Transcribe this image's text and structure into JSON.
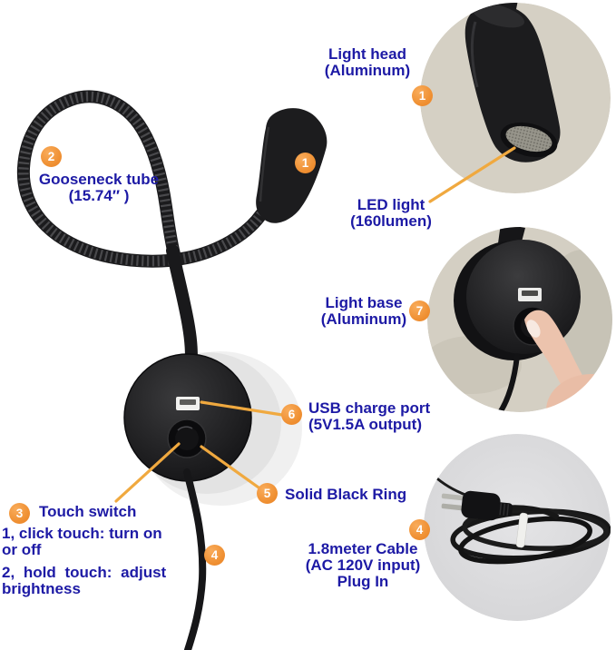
{
  "callouts": {
    "light_head": {
      "badge": "1",
      "lines": [
        "Light head",
        "(Aluminum)"
      ]
    },
    "led": {
      "lines": [
        "LED light",
        "(160lumen)"
      ]
    },
    "gooseneck": {
      "badge": "2",
      "lines": [
        "Gooseneck tube",
        "(15.74″ )"
      ]
    },
    "light_base": {
      "badge": "7",
      "lines": [
        "Light base",
        "(Aluminum)"
      ]
    },
    "usb_port": {
      "badge": "6",
      "lines": [
        "USB charge port",
        "(5V1.5A output)"
      ]
    },
    "ring": {
      "badge": "5",
      "text": "Solid Black Ring"
    },
    "touch_switch": {
      "badge": "3",
      "title": "Touch switch",
      "lines": [
        "1, click touch: turn on",
        "or off",
        "2, hold touch: adjust",
        "brightness"
      ]
    },
    "cable": {
      "badge": "4",
      "lines": [
        "1.8meter Cable",
        "(AC 120V input)",
        "Plug In"
      ]
    }
  },
  "product_markers": {
    "head_badge": "1",
    "cable_badge": "4"
  },
  "colors": {
    "label_text": "#1d1aa5",
    "badge_orange": "#ef8f31",
    "callout_line": "#f0a93f",
    "inset_beige": "#d5d0c4",
    "inset_gray": "#dadadc",
    "product_black": "#1b1b1d"
  }
}
